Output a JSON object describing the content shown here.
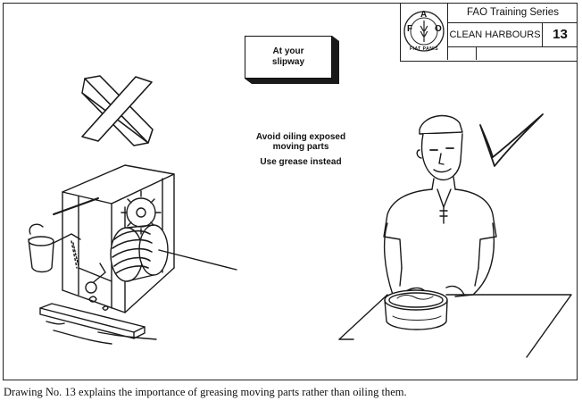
{
  "header": {
    "series": "FAO Training Series",
    "title": "CLEAN HARBOURS",
    "number": "13"
  },
  "logo": {
    "letters": [
      "F",
      "A",
      "O"
    ],
    "motto": "FIAT PANIS"
  },
  "sign": {
    "line1": "At your",
    "line2": "slipway"
  },
  "message": {
    "line1": "Avoid oiling exposed",
    "line2": "moving parts",
    "line3": "Use grease instead"
  },
  "caption": "Drawing No. 13 explains the importance of greasing moving parts rather than oiling them."
}
